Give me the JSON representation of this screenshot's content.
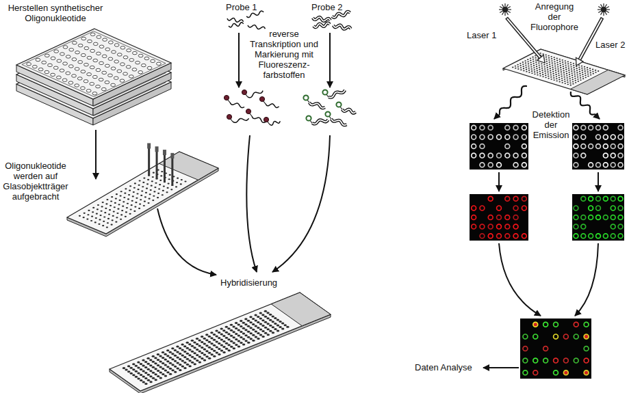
{
  "diagram": {
    "labels": [
      "Herstellen synthetischer Oligonukleotide",
      "Probe 1",
      "Probe 2",
      "reverse Transkription und Markierung mit Fluoreszenz- farbstoffen",
      "Anregung der Fluorophore",
      "Laser 1",
      "Laser 2",
      "Detektion der Emission",
      "Oligonukleotide werden auf Glasobjektträger aufgebracht",
      "Hybridisierung",
      "Daten Analyse"
    ]
  }
}
